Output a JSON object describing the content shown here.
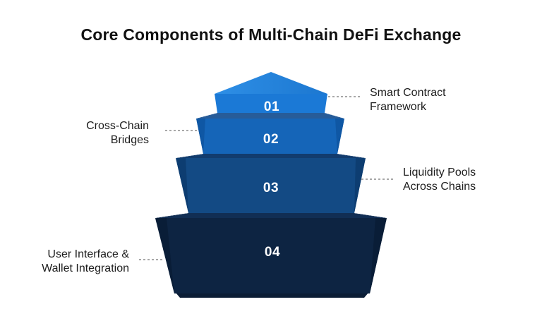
{
  "title": "Core Components of Multi-Chain DeFi Exchange",
  "tiers": [
    {
      "number": "01",
      "side": "right",
      "label": {
        "line1": "Smart Contract",
        "line2": "Framework"
      }
    },
    {
      "number": "02",
      "side": "left",
      "label": {
        "line1": "Cross-Chain",
        "line2": "Bridges"
      }
    },
    {
      "number": "03",
      "side": "right",
      "label": {
        "line1": "Liquidity Pools",
        "line2": "Across Chains"
      }
    },
    {
      "number": "04",
      "side": "left",
      "label": {
        "line1": "User Interface &",
        "line2": "Wallet Integration"
      }
    }
  ],
  "colors": {
    "background": "#ffffff",
    "title_text": "#111111",
    "label_text": "#1d1d1d",
    "connector": "#8c8c8c",
    "number_text": "#ffffff",
    "tier1_roof_light": "#2e8fe6",
    "tier1_roof_dark": "#1c77d0",
    "tier1_face": "#1b79d6",
    "tier2_top": "#275c99",
    "tier2_face": "#1565b8",
    "tier2_side": "#0f57a4",
    "tier3_top": "#123c6e",
    "tier3_face": "#134a84",
    "tier3_side": "#0d3d71",
    "tier4_top": "#112e54",
    "tier4_face": "#0d2442",
    "tier4_side": "#091d37",
    "base_strip": "#0b1d35"
  }
}
